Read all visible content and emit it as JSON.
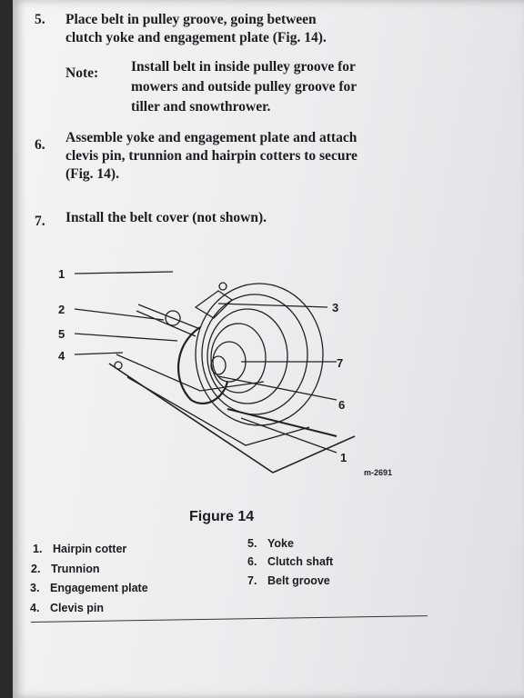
{
  "steps": [
    {
      "num": "5.",
      "lines": [
        "Place belt in pulley groove, going between",
        "clutch yoke and engagement plate (Fig. 14)."
      ]
    },
    {
      "num": "6.",
      "lines": [
        "Assemble yoke and engagement plate and attach",
        "clevis pin, trunnion and hairpin cotters to secure",
        "(Fig. 14)."
      ]
    },
    {
      "num": "7.",
      "lines": [
        "Install the belt cover (not shown)."
      ]
    }
  ],
  "note": {
    "label": "Note:",
    "lines": [
      "Install belt in inside pulley groove for",
      "mowers and outside pulley groove for",
      "tiller and snowthrower."
    ]
  },
  "figure": {
    "callouts": [
      "1",
      "2",
      "5",
      "4",
      "3",
      "7",
      "6",
      "1"
    ],
    "code": "m-2691",
    "caption": "Figure 14"
  },
  "legend": [
    {
      "num": "1.",
      "label": "Hairpin cotter"
    },
    {
      "num": "2.",
      "label": "Trunnion"
    },
    {
      "num": "3.",
      "label": "Engagement plate"
    },
    {
      "num": "4.",
      "label": "Clevis pin"
    },
    {
      "num": "5.",
      "label": "Yoke"
    },
    {
      "num": "6.",
      "label": "Clutch shaft"
    },
    {
      "num": "7.",
      "label": "Belt groove"
    }
  ]
}
